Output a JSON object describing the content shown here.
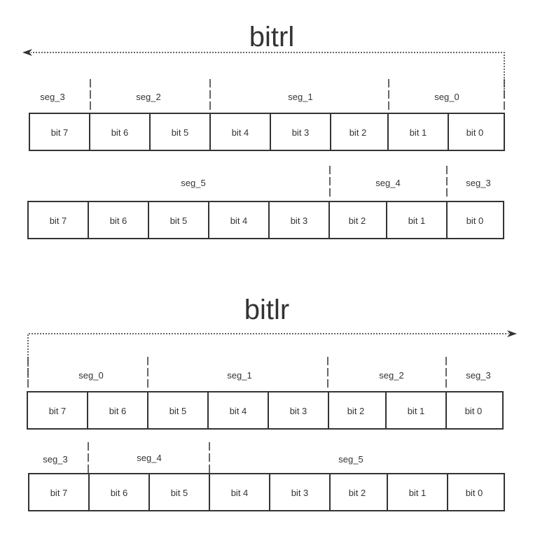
{
  "bitrl": {
    "title": "bitrl",
    "byte_a": {
      "segments": [
        "seg_3",
        "seg_2",
        "seg_1",
        "seg_0"
      ],
      "bits": [
        "bit 7",
        "bit 6",
        "bit 5",
        "bit 4",
        "bit 3",
        "bit 2",
        "bit 1",
        "bit 0"
      ]
    },
    "byte_b": {
      "segments": [
        "seg_5",
        "seg_4",
        "seg_3"
      ],
      "bits": [
        "bit 7",
        "bit 6",
        "bit 5",
        "bit 4",
        "bit 3",
        "bit 2",
        "bit 1",
        "bit 0"
      ]
    }
  },
  "bitlr": {
    "title": "bitlr",
    "byte_a": {
      "segments": [
        "seg_0",
        "seg_1",
        "seg_2",
        "seg_3"
      ],
      "bits": [
        "bit 7",
        "bit 6",
        "bit 5",
        "bit 4",
        "bit 3",
        "bit 2",
        "bit 1",
        "bit 0"
      ]
    },
    "byte_b": {
      "segments": [
        "seg_3",
        "seg_4",
        "seg_5"
      ],
      "bits": [
        "bit 7",
        "bit 6",
        "bit 5",
        "bit 4",
        "bit 3",
        "bit 2",
        "bit 1",
        "bit 0"
      ]
    }
  }
}
